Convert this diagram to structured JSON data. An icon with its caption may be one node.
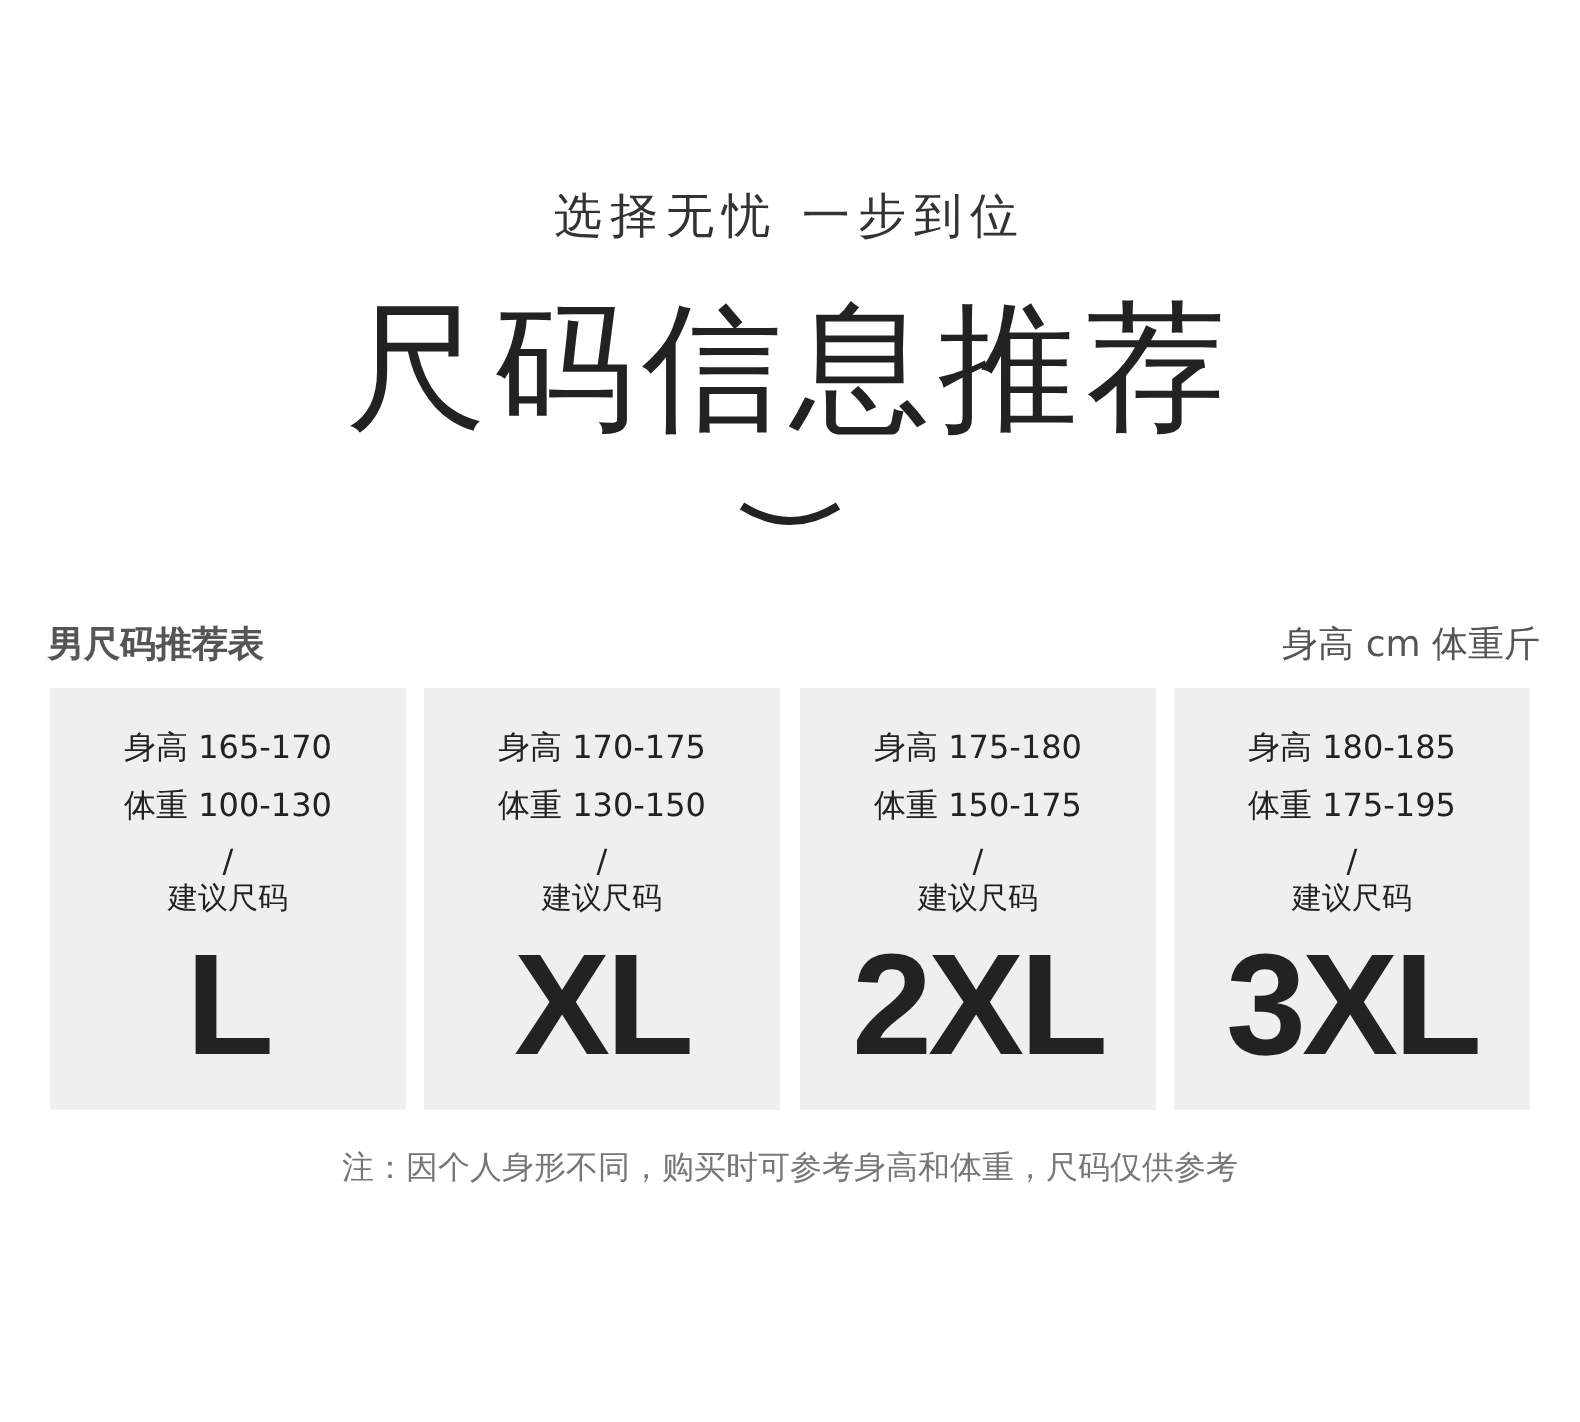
{
  "diagram": {
    "title": "尺码信息推荐",
    "nodes": [
      {
        "text": [
          "身高 165-170",
          "体重 100-130",
          "/",
          "建议尺码",
          "L"
        ]
      },
      {
        "text": [
          "身高 170-175",
          "体重 130-150",
          "/",
          "建议尺码",
          "XL"
        ]
      },
      {
        "text": [
          "身高 175-180",
          "体重 150-175",
          "/",
          "建议尺码",
          "2XL"
        ]
      },
      {
        "text": [
          "身高 180-185",
          "体重 175-195",
          "/",
          "建议尺码",
          "3XL"
        ]
      }
    ],
    "labels": [
      "选择无忧 一步到位",
      "男尺码推荐表",
      "身高 cm 体重斤",
      "注：因个人身形不同，购买时可参考身高和体重，尺码仅供参考"
    ]
  }
}
